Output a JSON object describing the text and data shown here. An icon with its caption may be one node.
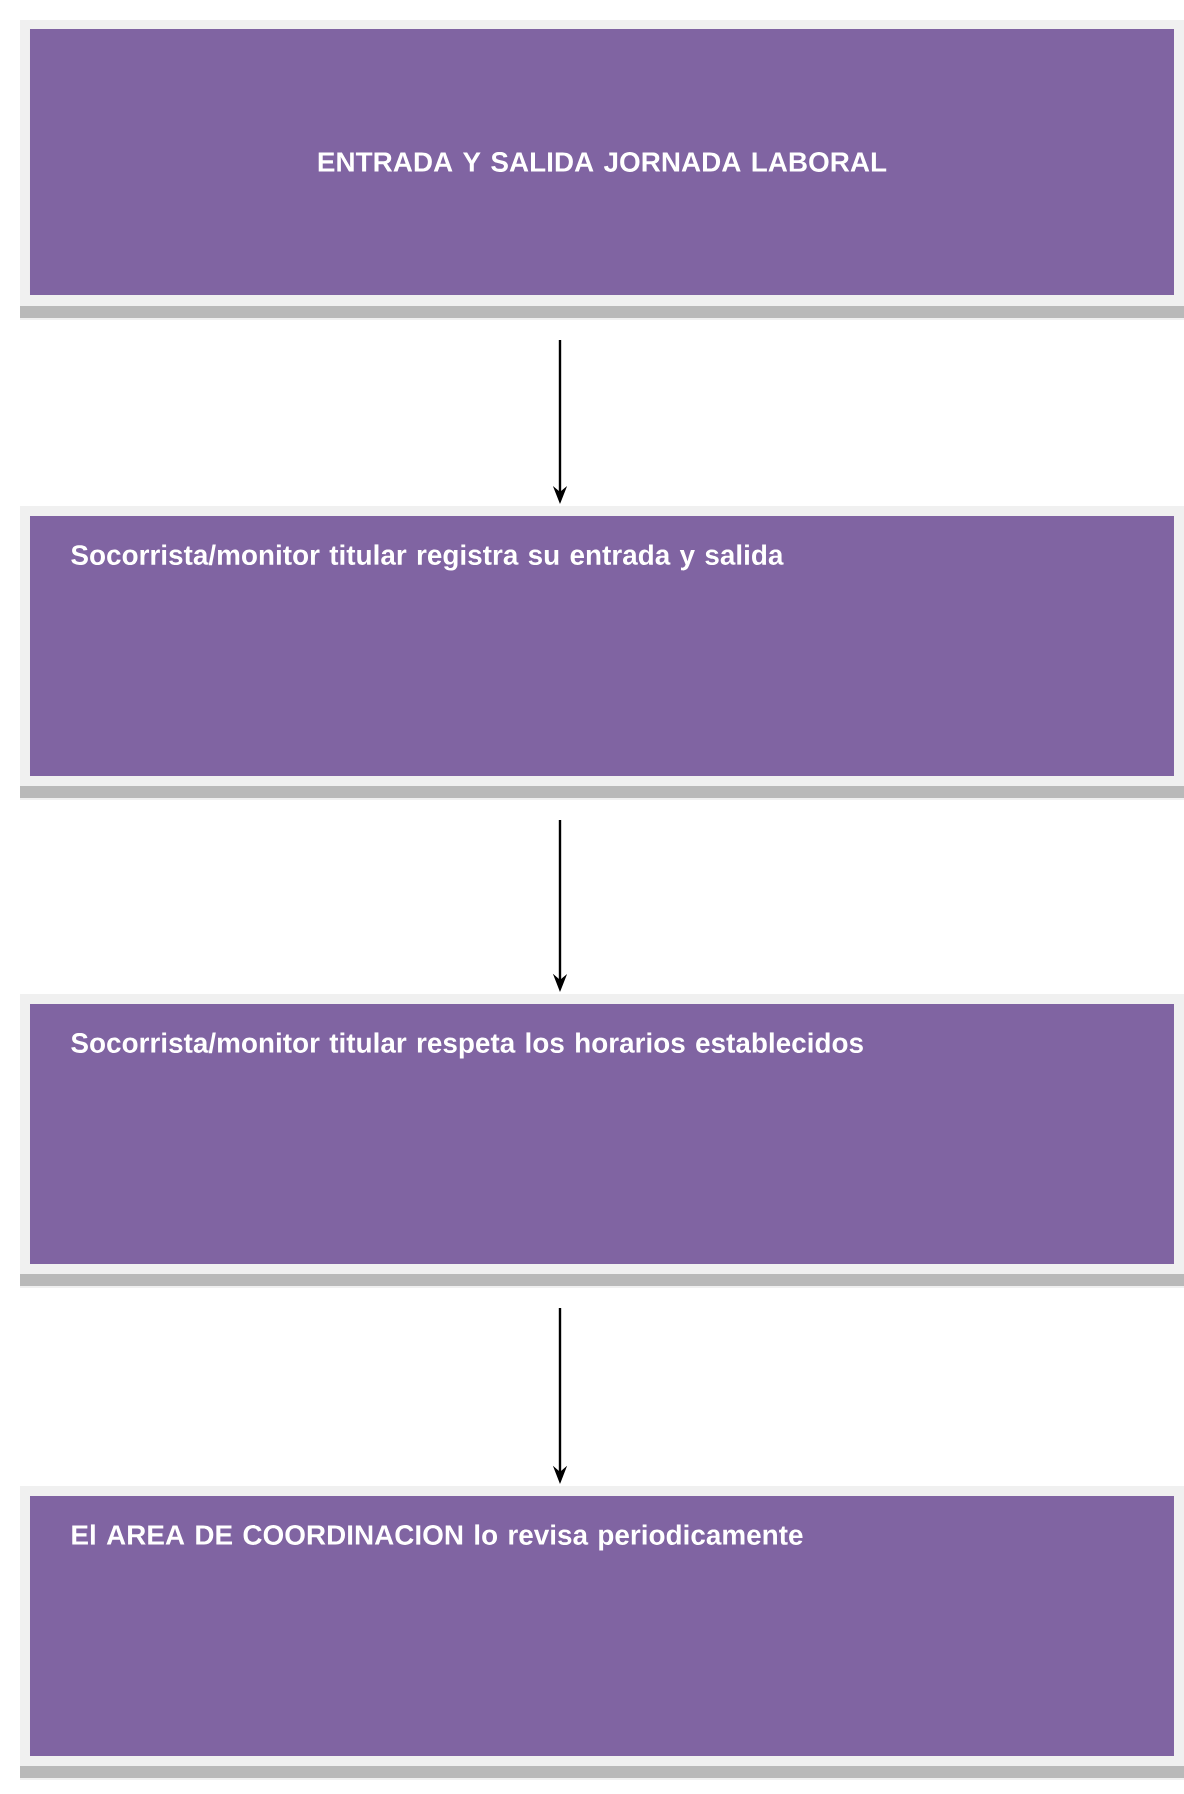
{
  "diagram": {
    "nodes": [
      {
        "text": [
          "ENTRADA Y SALIDA JORNADA LABORAL"
        ]
      },
      {
        "text": [
          "Socorrista/monitor titular registra su entrada y salida"
        ]
      },
      {
        "text": [
          "Socorrista/monitor titular respeta los horarios establecidos"
        ]
      },
      {
        "text": [
          "El AREA DE COORDINACION lo revisa periodicamente"
        ]
      }
    ],
    "edges": [
      {
        "from": 0,
        "to": 1,
        "arrow": "to"
      },
      {
        "from": 1,
        "to": 2,
        "arrow": "to"
      },
      {
        "from": 2,
        "to": 3,
        "arrow": "to"
      }
    ]
  }
}
